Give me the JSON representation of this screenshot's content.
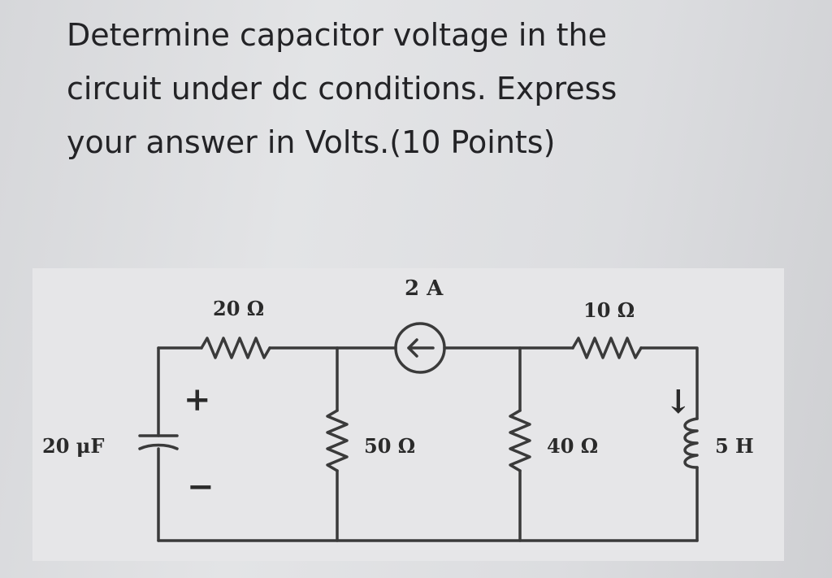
{
  "question": {
    "lines": [
      "Determine capacitor voltage in the",
      "circuit under dc conditions. Express",
      "your answer in Volts.(10 Points)"
    ]
  },
  "circuit": {
    "r1_label": "20 Ω",
    "source_label": "2 A",
    "r4_label": "10 Ω",
    "cap_label": "20 μF",
    "r2_label": "50 Ω",
    "r3_label": "40 Ω",
    "ind_label": "5 H",
    "plus": "+",
    "minus": "−",
    "source_arrow": "←",
    "current_arrow": "↓"
  }
}
